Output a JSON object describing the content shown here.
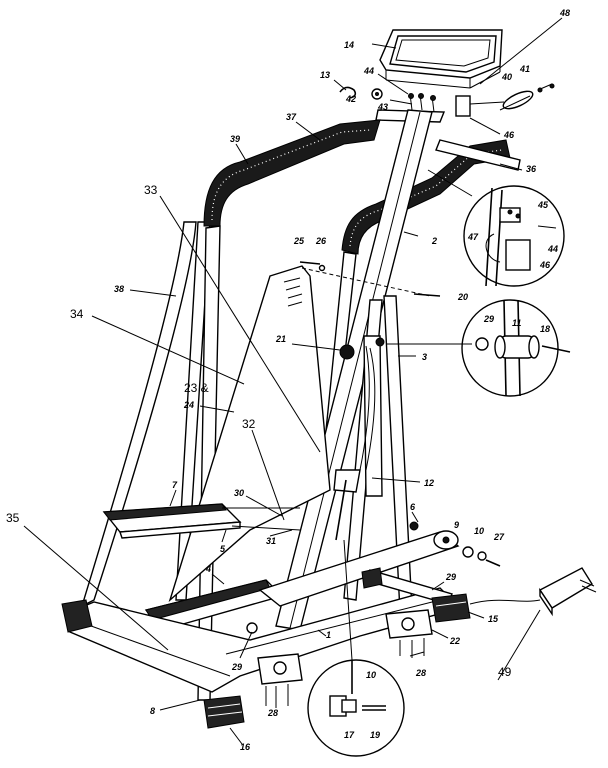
{
  "callouts": [
    {
      "id": "c48",
      "text": "48"
    },
    {
      "id": "c14",
      "text": "14"
    },
    {
      "id": "c13",
      "text": "13"
    },
    {
      "id": "c44a",
      "text": "44"
    },
    {
      "id": "c42",
      "text": "42"
    },
    {
      "id": "c43",
      "text": "43"
    },
    {
      "id": "c41",
      "text": "41"
    },
    {
      "id": "c40",
      "text": "40"
    },
    {
      "id": "c46a",
      "text": "46"
    },
    {
      "id": "c37",
      "text": "37"
    },
    {
      "id": "c39",
      "text": "39"
    },
    {
      "id": "c36",
      "text": "36"
    },
    {
      "id": "c33",
      "text": "33"
    },
    {
      "id": "c45",
      "text": "45"
    },
    {
      "id": "c47",
      "text": "47"
    },
    {
      "id": "c44b",
      "text": "44"
    },
    {
      "id": "c46b",
      "text": "46"
    },
    {
      "id": "c2",
      "text": "2"
    },
    {
      "id": "c25",
      "text": "25"
    },
    {
      "id": "c26",
      "text": "26"
    },
    {
      "id": "c20",
      "text": "20"
    },
    {
      "id": "c38",
      "text": "38"
    },
    {
      "id": "c34",
      "text": "34"
    },
    {
      "id": "c29a",
      "text": "29"
    },
    {
      "id": "c11",
      "text": "11"
    },
    {
      "id": "c18",
      "text": "18"
    },
    {
      "id": "c21",
      "text": "21"
    },
    {
      "id": "c3",
      "text": "3"
    },
    {
      "id": "c2324",
      "text": "23 &"
    },
    {
      "id": "c24",
      "text": "24"
    },
    {
      "id": "c32",
      "text": "32"
    },
    {
      "id": "c12",
      "text": "12"
    },
    {
      "id": "c7",
      "text": "7"
    },
    {
      "id": "c30",
      "text": "30"
    },
    {
      "id": "c6",
      "text": "6"
    },
    {
      "id": "c35",
      "text": "35"
    },
    {
      "id": "c5",
      "text": "5"
    },
    {
      "id": "c31",
      "text": "31"
    },
    {
      "id": "c9",
      "text": "9"
    },
    {
      "id": "c10a",
      "text": "10"
    },
    {
      "id": "c27",
      "text": "27"
    },
    {
      "id": "c4",
      "text": "4"
    },
    {
      "id": "c29b",
      "text": "29"
    },
    {
      "id": "c15",
      "text": "15"
    },
    {
      "id": "c1",
      "text": "1"
    },
    {
      "id": "c22",
      "text": "22"
    },
    {
      "id": "c29c",
      "text": "29"
    },
    {
      "id": "c49",
      "text": "49"
    },
    {
      "id": "c28a",
      "text": "28"
    },
    {
      "id": "c8",
      "text": "8"
    },
    {
      "id": "c28b",
      "text": "28"
    },
    {
      "id": "c10b",
      "text": "10"
    },
    {
      "id": "c16",
      "text": "16"
    },
    {
      "id": "c17",
      "text": "17"
    },
    {
      "id": "c19",
      "text": "19"
    }
  ]
}
